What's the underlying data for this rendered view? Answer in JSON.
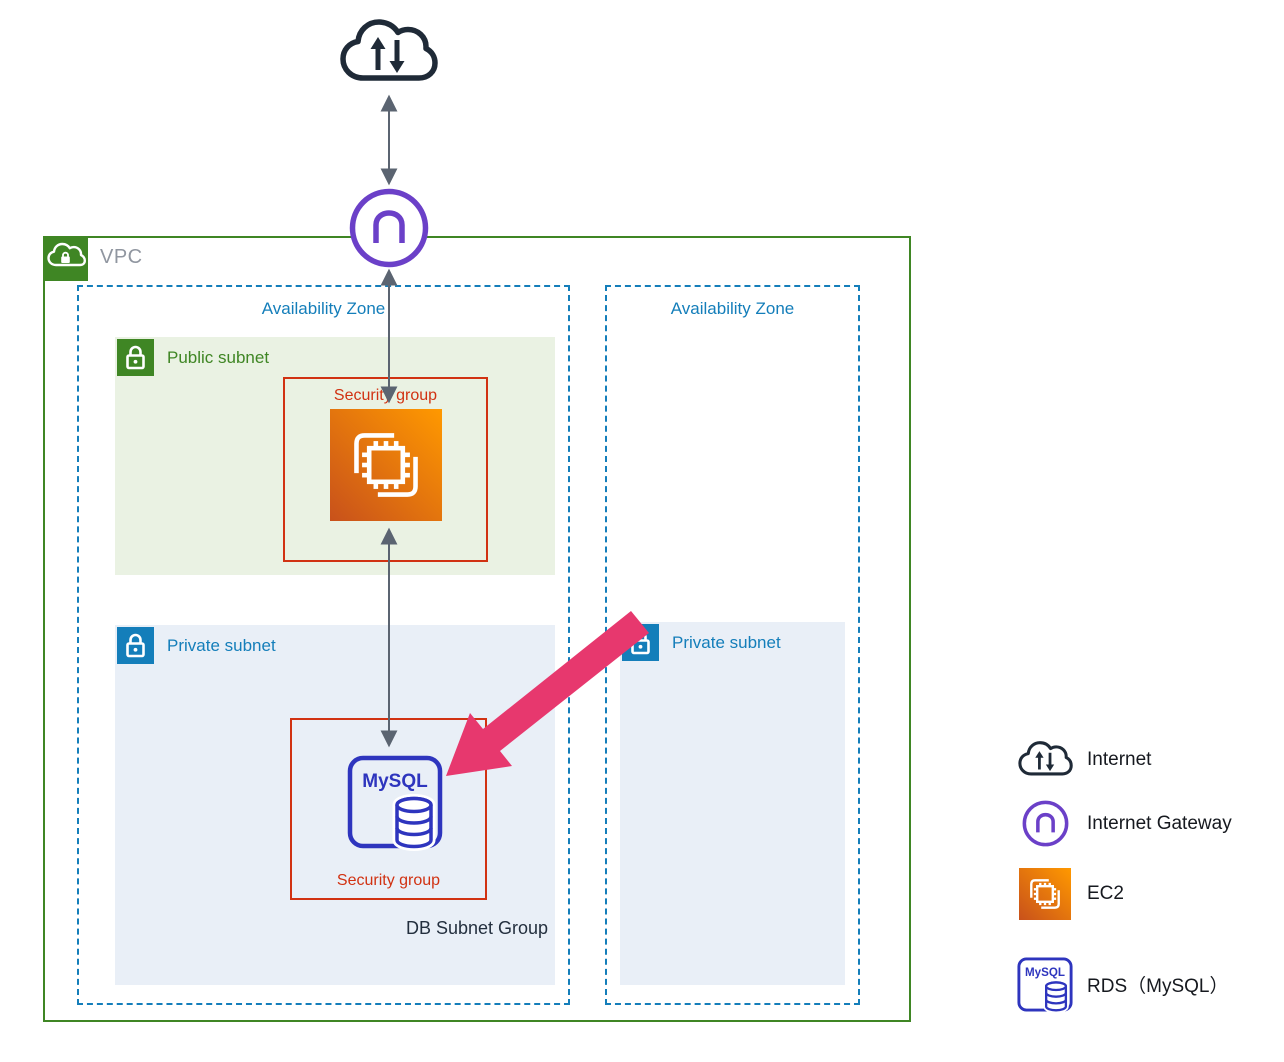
{
  "diagram": {
    "vpc": {
      "label": "VPC"
    },
    "availability_zones": [
      {
        "label": "Availability Zone"
      },
      {
        "label": "Availability Zone"
      }
    ],
    "subnets": {
      "public": {
        "label": "Public subnet"
      },
      "private_left": {
        "label": "Private subnet"
      },
      "private_right": {
        "label": "Private subnet"
      }
    },
    "security_groups": {
      "top": {
        "label": "Security group"
      },
      "bottom": {
        "label": "Security group"
      }
    },
    "db_subnet_group_label": "DB Subnet Group",
    "rds_engine_label": "MySQL"
  },
  "legend": {
    "items": [
      {
        "icon": "internet-cloud-icon",
        "label": "Internet"
      },
      {
        "icon": "internet-gateway-icon",
        "label": "Internet Gateway"
      },
      {
        "icon": "ec2-icon",
        "label": "EC2"
      },
      {
        "icon": "rds-mysql-icon",
        "label": "RDS（MySQL）"
      }
    ]
  },
  "colors": {
    "vpc_border_green": "#3F8624",
    "az_border_blue": "#147EBA",
    "public_subnet_bg": "#EAF2E3",
    "private_subnet_bg": "#E9EFF7",
    "security_group_red": "#D13212",
    "ec2_gradient_start": "#C8511B",
    "ec2_gradient_end": "#FF9900",
    "rds_blue": "#2E35BE",
    "gateway_purple": "#6B40C8",
    "cloud_ink": "#1F2A37",
    "connector_gray": "#5B6471",
    "highlight_pink": "#E7386E",
    "vpc_text_gray": "#9096A0",
    "db_text_dark": "#232F3E"
  }
}
